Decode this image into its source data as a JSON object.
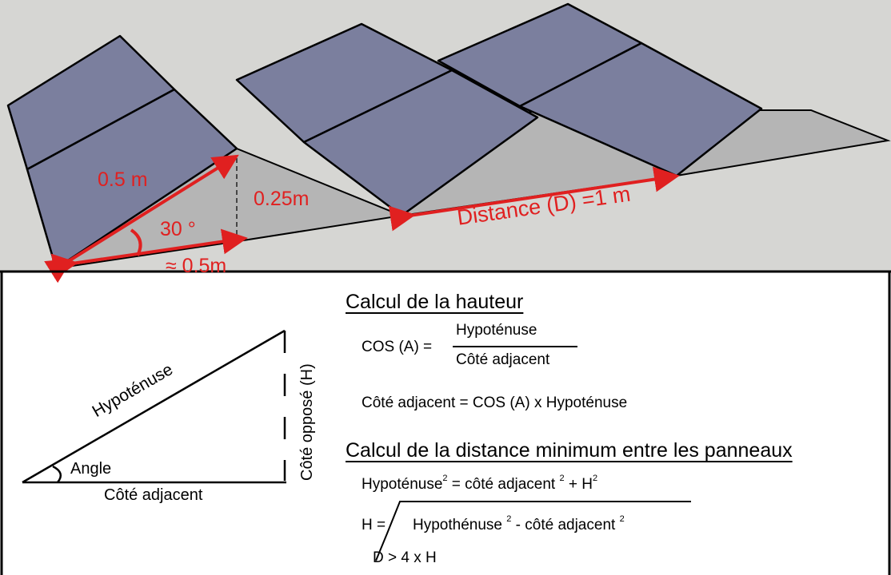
{
  "scene": {
    "labels": {
      "hyp": "0.5 m",
      "height": "0.25m",
      "angle": "30 °",
      "base": "≈ 0.5m",
      "distance": "Distance (D) =1 m"
    },
    "colors": {
      "sky": "#d6d6d3",
      "panel": "#7b7f9e",
      "ground": "#b5b5b5",
      "arrow": "#e02020"
    }
  },
  "diagram": {
    "hypotenuse": "Hypoténuse",
    "opposite": "Côté opposé (H)",
    "angle": "Angle",
    "adjacent": "Côté adjacent"
  },
  "formulas": {
    "height_title": "Calcul de la hauteur",
    "cos_lhs": "COS (A) =",
    "cos_num": "Hypoténuse",
    "cos_den": "Côté adjacent",
    "adj_eq": "Côté adjacent = COS (A) x Hypoténuse",
    "dist_title": "Calcul de la distance minimum entre les  panneaux",
    "pyth_a": "Hypoténuse",
    "pyth_b": " = côté adjacent ",
    "pyth_c": " + H",
    "sq": "2",
    "h_lhs": "H =",
    "h_a": "Hypothénuse ",
    "h_b": " - côté adjacent ",
    "d_rule": "D > 4 x H"
  }
}
